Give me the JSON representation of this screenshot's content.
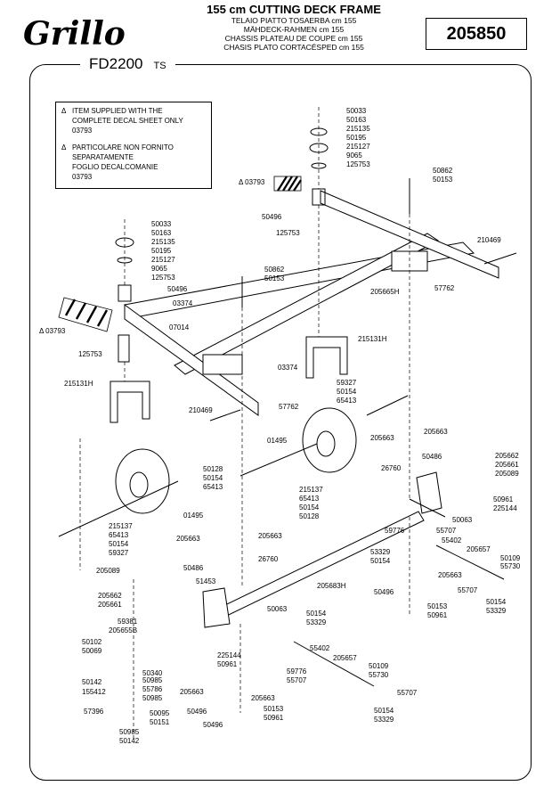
{
  "brand": "Grillo",
  "title": "155 cm CUTTING DECK FRAME",
  "subtitles": [
    "TELAIO PIATTO TOSAERBA cm 155",
    "MÄHDECK-RAHMEN cm 155",
    "CHASSIS PLATEAU DE COUPE cm 155",
    "CHASIS PLATO CORTACÉSPED cm 155"
  ],
  "part_number": "205850",
  "model": "FD2200",
  "model_suffix": "TS",
  "note": {
    "en_line1": "ITEM SUPPLIED WITH THE",
    "en_line2": "COMPLETE DECAL SHEET ONLY",
    "en_code": "03793",
    "it_line1": "PARTICOLARE NON FORNITO",
    "it_line2": "SEPARATAMENTE",
    "it_line3": "FOGLIO DECALCOMANIE",
    "it_code": "03793",
    "marker": "Δ"
  },
  "labels": [
    "50033",
    "50163",
    "215135",
    "50195",
    "215127",
    "9065",
    "125753",
    "Δ 03793",
    "50862",
    "50153",
    "50496",
    "125753",
    "210469",
    "50033",
    "50163",
    "215135",
    "50195",
    "215127",
    "9065",
    "125753",
    "50496",
    "50862",
    "50153",
    "57762",
    "205665H",
    "Δ 03793",
    "03374",
    "07014",
    "215131H",
    "125753",
    "215131H",
    "03374",
    "59327",
    "50154",
    "65413",
    "210469",
    "57762",
    "205663",
    "205663",
    "01495",
    "205662",
    "205661",
    "205089",
    "26760",
    "50486",
    "50128",
    "50154",
    "65413",
    "215137",
    "65413",
    "50154",
    "50128",
    "50961",
    "225144",
    "01495",
    "50063",
    "215137",
    "65413",
    "50154",
    "59327",
    "59776",
    "55707",
    "55402",
    "205657",
    "53329",
    "50154",
    "50109",
    "55730",
    "205663",
    "205663",
    "26760",
    "205089",
    "50486",
    "51453",
    "205683H",
    "205663",
    "50496",
    "50153",
    "50961",
    "55707",
    "50154",
    "53329",
    "205662",
    "205661",
    "50063",
    "50154",
    "53329",
    "55402",
    "59381",
    "205655B",
    "50102",
    "50069",
    "225144",
    "50961",
    "50340",
    "50985",
    "55786",
    "50985",
    "59776",
    "55707",
    "205657",
    "50142",
    "155412",
    "50109",
    "55730",
    "55707",
    "205663",
    "205663",
    "50153",
    "50961",
    "50496",
    "50496",
    "57396",
    "50095",
    "50151",
    "50985",
    "50142",
    "50154",
    "53329"
  ]
}
